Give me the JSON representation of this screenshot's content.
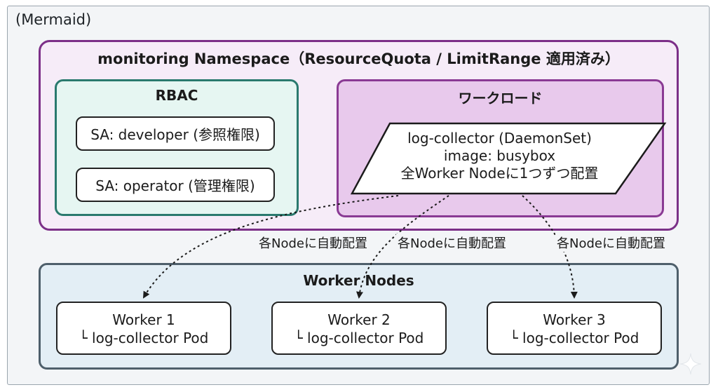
{
  "mermaid_label": "(Mermaid)",
  "namespace": {
    "title": "monitoring Namespace（ResourceQuota / LimitRange 適用済み）"
  },
  "rbac": {
    "title": "RBAC",
    "service_accounts": [
      "SA: developer (参照権限)",
      "SA: operator (管理権限)"
    ]
  },
  "workload": {
    "title": "ワークロード",
    "daemonset_lines": [
      "log-collector (DaemonSet)",
      "image: busybox",
      "全Worker Nodeに1つずつ配置"
    ]
  },
  "edges": {
    "labels": [
      "各Nodeに自動配置",
      "各Nodeに自動配置",
      "各Nodeに自動配置"
    ]
  },
  "worker_nodes": {
    "title": "Worker Nodes",
    "workers": [
      {
        "name": "Worker 1",
        "pod": "└ log-collector Pod"
      },
      {
        "name": "Worker 2",
        "pod": "└ log-collector Pod"
      },
      {
        "name": "Worker 3",
        "pod": "└ log-collector Pod"
      }
    ]
  },
  "colors": {
    "namespace_border": "#7c2f88",
    "rbac_border": "#2a7a6e",
    "workload_fill": "#e8c9ec",
    "worker_nodes_border": "#4e5f6b"
  },
  "icons": {
    "corner": "sparkle-icon"
  }
}
